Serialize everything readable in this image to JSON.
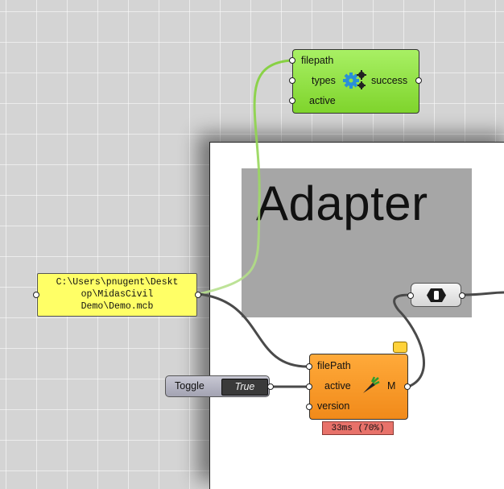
{
  "group": {
    "title": "Adapter"
  },
  "components": {
    "green": {
      "inputs": [
        "filepath",
        "types",
        "active"
      ],
      "outputs": [
        "success"
      ],
      "icon": "gears-icon"
    },
    "orange": {
      "inputs": [
        "filePath",
        "active",
        "version"
      ],
      "outputs": [
        "M"
      ],
      "icon": "carrot-icon",
      "timing": "33ms (70%)"
    },
    "path_panel": {
      "lines": [
        "C:\\Users\\pnugent\\Deskt",
        "op\\MidasCivil",
        "Demo\\Demo.mcb"
      ]
    },
    "toggle": {
      "label": "Toggle",
      "value": "True"
    },
    "relay": {
      "icon": "relay-icon"
    }
  },
  "colors": {
    "canvas": "#d4d4d4",
    "green_component": "#8ee23e",
    "orange_component": "#f59a28",
    "yellow_panel": "#ffff66",
    "group_fill": "#a6a6a6",
    "timing_badge": "#e8726a"
  }
}
